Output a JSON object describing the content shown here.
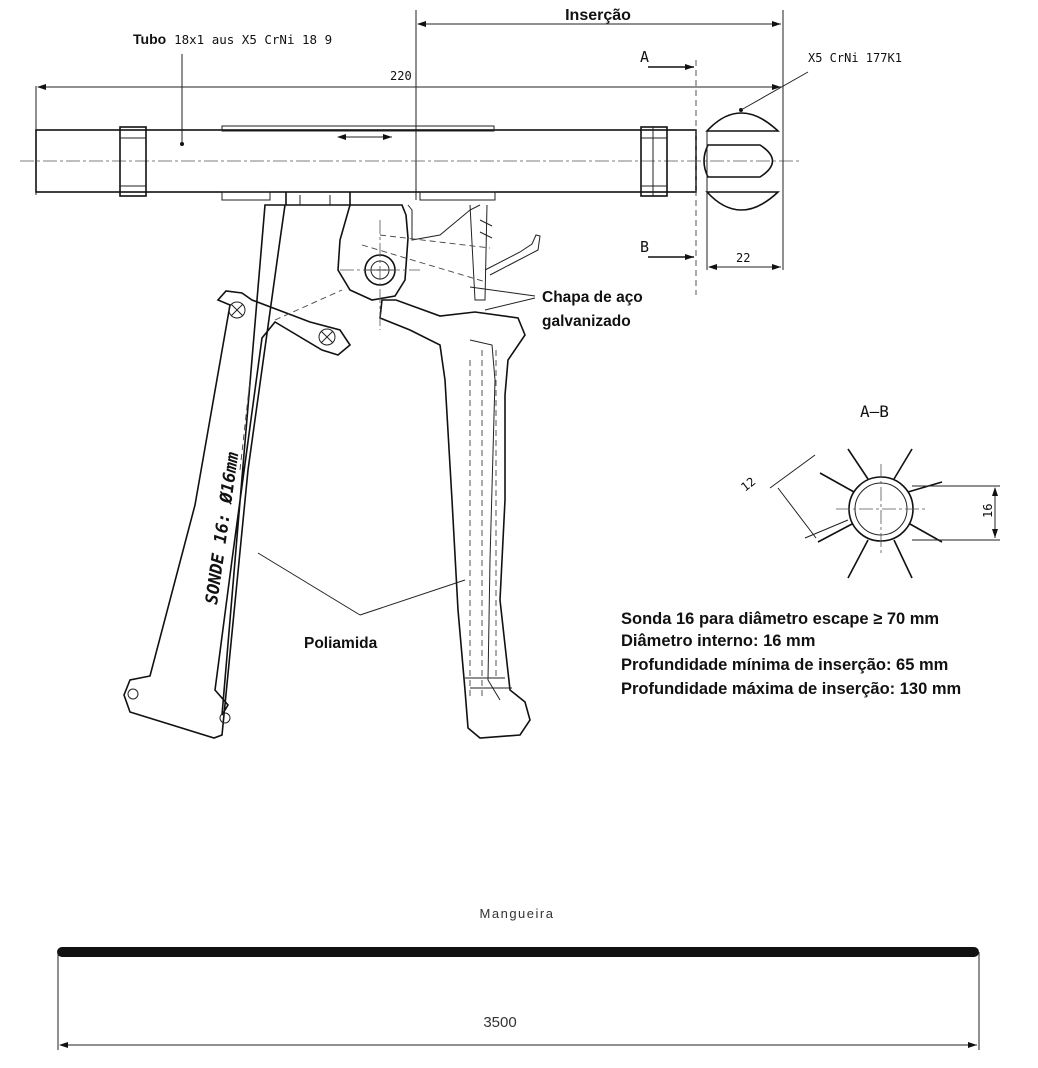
{
  "labels": {
    "insercao": "Inserção",
    "tubo_bold": "Tubo",
    "tubo_spec": "18x1 aus X5 CrNi 18 9",
    "dim_220": "220",
    "section_a": "A",
    "section_b": "B",
    "material_tip": "X5 CrNi 177K1",
    "dim_22": "22",
    "chapa_line1": "Chapa de aço",
    "chapa_line2": "galvanizado",
    "section_ab": "A–B",
    "dim_12": "12",
    "dim_16": "16",
    "sonde": "SONDE 16: Ø16mm",
    "poliamida": "Poliamida",
    "mangueira": "Mangueira",
    "dim_3500": "3500"
  },
  "notes": [
    "Sonda 16 para diâmetro escape ≥ 70 mm",
    "Diâmetro interno: 16 mm",
    "Profundidade mínima de inserção: 65 mm",
    "Profundidade máxima de inserção: 130 mm"
  ]
}
